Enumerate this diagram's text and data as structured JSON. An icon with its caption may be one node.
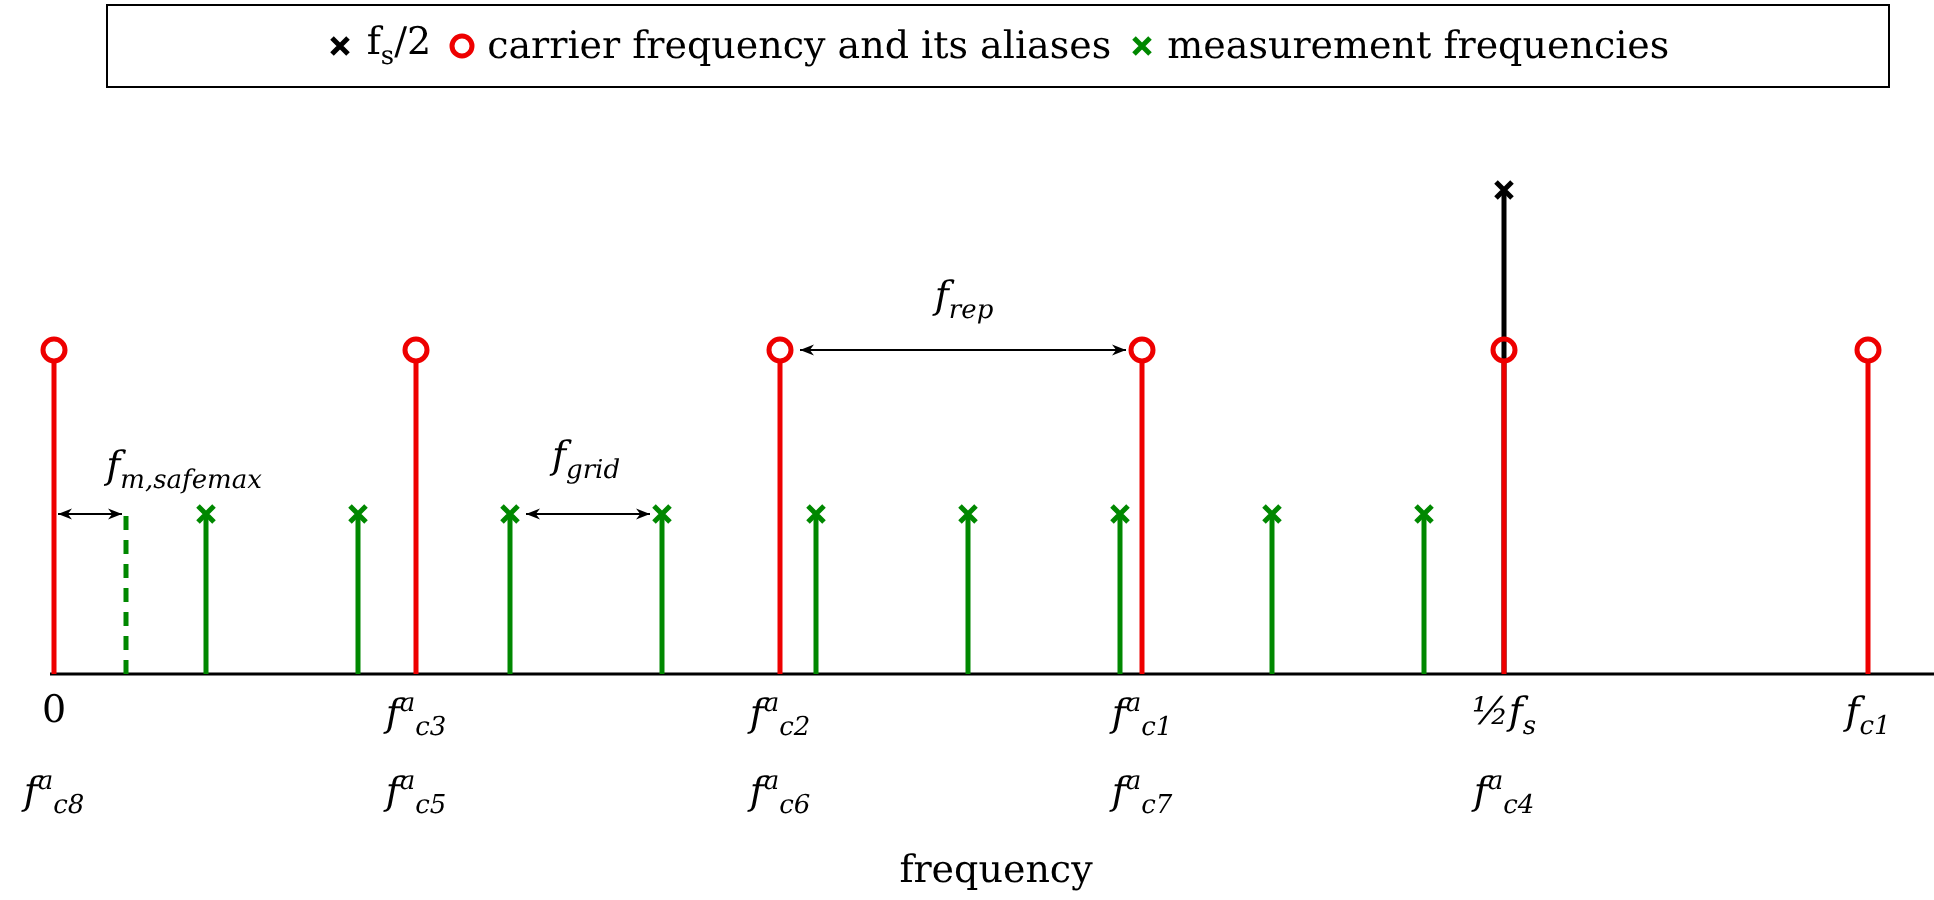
{
  "diagram": {
    "labels": [
      "f$_{rep}$",
      "f$_{m,safemax}$",
      "f$_{grid}$",
      "0",
      "f$^{a}$$_{c3}$",
      "f$^{a}$$_{c2}$",
      "f$^{a}$$_{c1}$",
      "½f$_{s}$",
      "f$_{c1}$",
      "f$^{a}$$_{c8}$",
      "f$^{a}$$_{c5}$",
      "f$^{a}$$_{c6}$",
      "f$^{a}$$_{c7}$",
      "f$^{a}$$_{c4}$",
      "frequency"
    ],
    "legend": [
      {
        "text": "f$_{s}$/2"
      },
      {
        "text": "carrier frequency and its aliases"
      },
      {
        "text": "measurement frequencies"
      }
    ]
  }
}
